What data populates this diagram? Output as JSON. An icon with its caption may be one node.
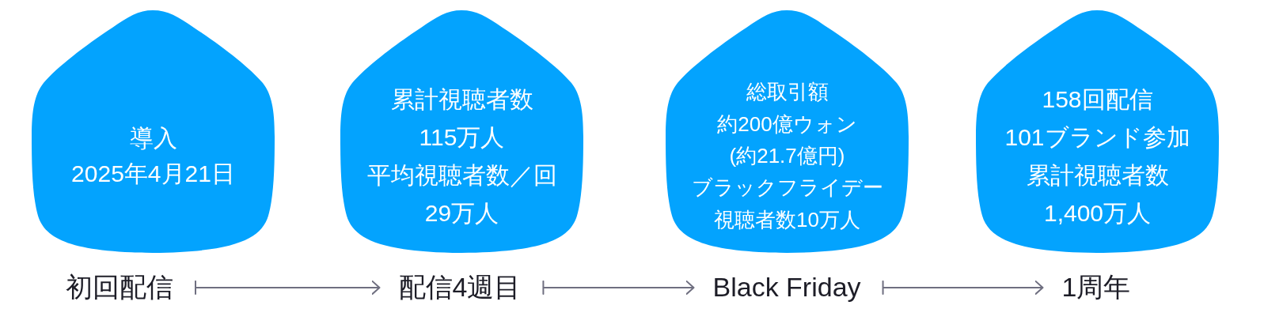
{
  "diagram": {
    "nodes": [
      {
        "text": [
          "導入",
          "2025年4月21日"
        ]
      },
      {
        "text": [
          "累計視聴者数",
          "115万人",
          "平均視聴者数／回",
          "29万人"
        ]
      },
      {
        "text": [
          "総取引額",
          "約200億ウォン",
          "(約21.7億円)",
          "ブラックフライデー",
          "視聴者数10万人"
        ]
      },
      {
        "text": [
          "158回配信",
          "101ブランド参加",
          "累計視聴者数",
          "1,400万人"
        ]
      },
      {
        "text": [
          "初回配信"
        ]
      },
      {
        "text": [
          "配信4週目"
        ]
      },
      {
        "text": [
          "Black Friday"
        ]
      },
      {
        "text": [
          "1周年"
        ]
      }
    ],
    "edges": [
      {
        "from": 4,
        "to": 5,
        "arrow": "to"
      },
      {
        "from": 5,
        "to": 6,
        "arrow": "to"
      },
      {
        "from": 6,
        "to": 7,
        "arrow": "to"
      }
    ]
  }
}
